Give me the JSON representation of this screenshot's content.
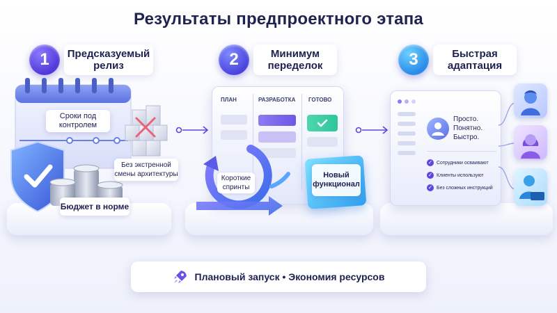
{
  "title": "Результаты предпроектного этапа",
  "steps": [
    {
      "number": "1",
      "heading": "Предсказуемый релиз",
      "labels": {
        "deadlines": "Сроки под контролем",
        "architecture": "Без экстренной смены архитектуры",
        "budget": "Бюджет в норме"
      }
    },
    {
      "number": "2",
      "heading": "Минимум переделок",
      "board_columns": [
        "ПЛАН",
        "РАЗРАБОТКА",
        "ГОТОВО"
      ],
      "labels": {
        "sprints": "Короткие спринты",
        "feature": "Новый функционал"
      }
    },
    {
      "number": "3",
      "heading": "Быстрая адаптация",
      "profile_text": "Просто. Понятно. Быстро.",
      "checklist": [
        "Сотрудники осваивают",
        "Клиенты используют",
        "Без сложных инструкций"
      ]
    }
  ],
  "footer": {
    "text": "Плановый запуск • Экономия ресурсов",
    "icon": "rocket-icon"
  },
  "colors": {
    "accent_purple": "#5a46e0",
    "accent_blue": "#2a8be8",
    "text_dark": "#1d2150",
    "done_green": "#2fc59a"
  }
}
